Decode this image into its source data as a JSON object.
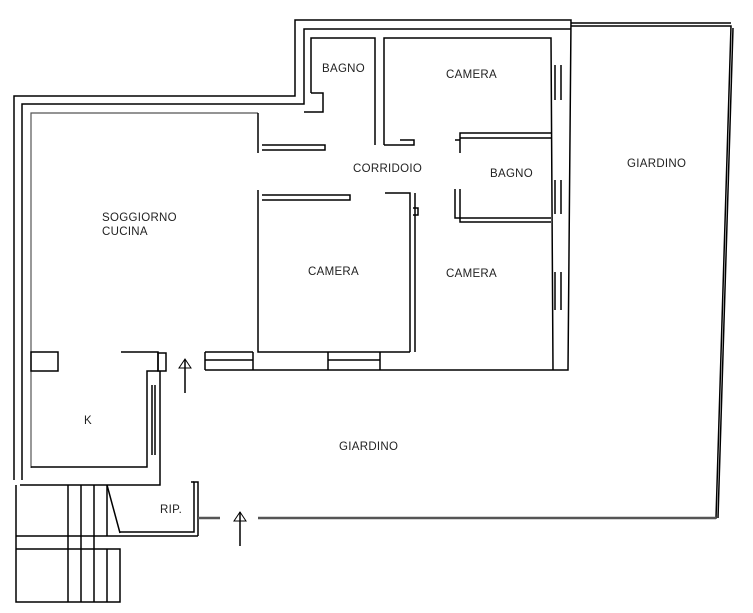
{
  "rooms": {
    "bagno_1": "BAGNO",
    "camera_1": "CAMERA",
    "corridoio": "CORRIDOIO",
    "bagno_2": "BAGNO",
    "giardino_right": "GIARDINO",
    "soggiorno_line1": "SOGGIORNO",
    "soggiorno_line2": "CUCINA",
    "camera_2": "CAMERA",
    "camera_3": "CAMERA",
    "kitchen": "K",
    "giardino_bottom": "GIARDINO",
    "ripostiglio": "RIP."
  }
}
